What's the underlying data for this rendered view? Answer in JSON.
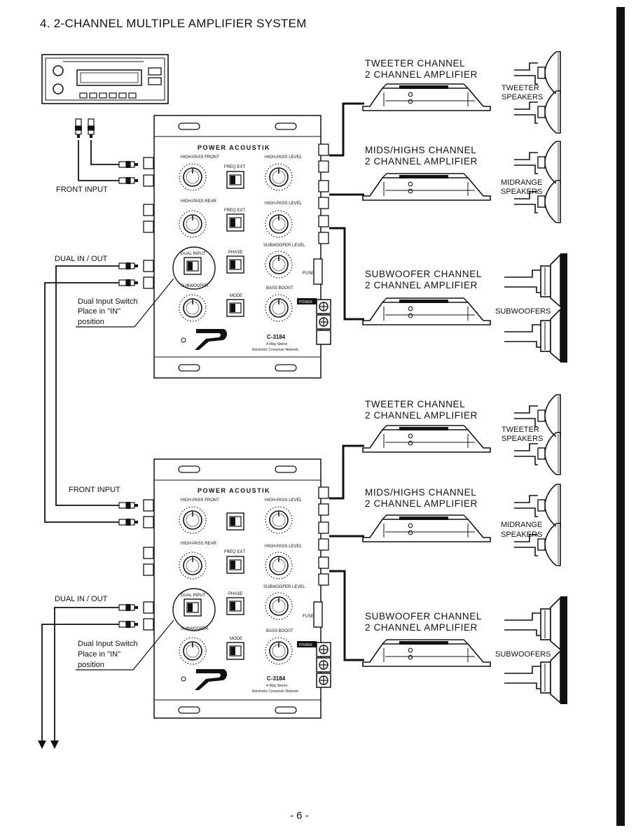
{
  "page_title": "4. 2-CHANNEL MULTIPLE AMPLIFIER SYSTEM",
  "page_number": "- 6 -",
  "crossover": {
    "brand": "POWER ACOUSTIK",
    "model": "C-3184",
    "model_sub": "4-Way Stereo",
    "model_desc": "Electronic Crossover Network",
    "highpass_front": "HIGH-PASS FRONT",
    "highpass_rear": "HIGH-PASS REAR",
    "dual_input": "DUAL INPUT",
    "subwoofer": "SUBWOOFER",
    "freq_ext": "FREQ EXT",
    "phase": "PHASE",
    "mode": "MODE",
    "highpass_level": "HIGH-PASS LEVEL",
    "highpass_level_rear": "HIGH-PASS LEVEL",
    "subwoofer_level": "SUBWOOFER LEVEL",
    "bass_boost": "BASS BOOST",
    "fuse": "FUSE",
    "power": "POWER"
  },
  "labels": {
    "front_input": "FRONT INPUT",
    "dual_in_out": "DUAL IN / OUT",
    "note_line1": "Dual Input Switch",
    "note_line2": "Place in \"IN\"",
    "note_line3": "position",
    "tweeter_channel": "TWEETER CHANNEL",
    "mids_channel": "MIDS/HIGHS CHANNEL",
    "sub_channel": "SUBWOOFER CHANNEL",
    "amp": "2 CHANNEL AMPLIFIER",
    "tweeter_speakers_1": "TWEETER",
    "tweeter_speakers_2": "SPEAKERS",
    "midrange_speakers_1": "MIDRANGE",
    "midrange_speakers_2": "SPEAKERS",
    "subwoofers": "SUBWOOFERS"
  }
}
